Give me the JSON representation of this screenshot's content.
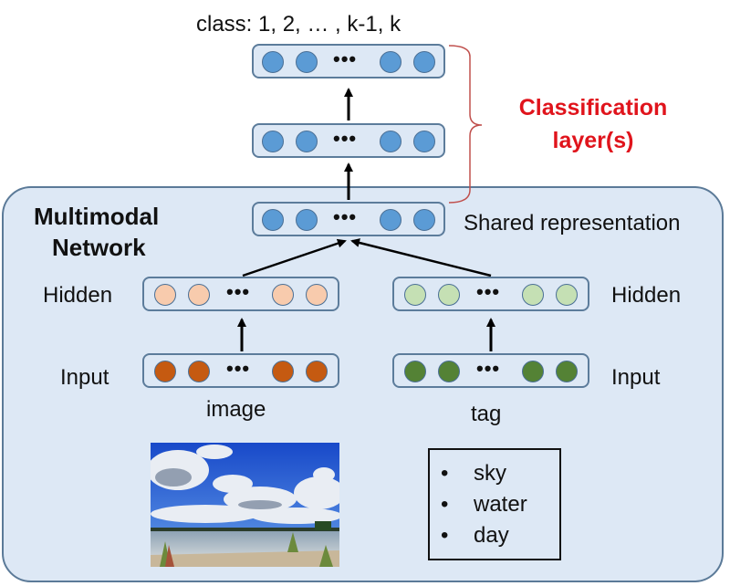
{
  "diagram": {
    "output_label": "class: 1,  2, …  , k-1, k",
    "classification_label_line1": "Classification",
    "classification_label_line2": "layer(s)",
    "network_title_line1": "Multimodal",
    "network_title_line2": "Network",
    "shared_label": "Shared representation",
    "left_hidden_label": "Hidden",
    "right_hidden_label": "Hidden",
    "left_input_label": "Input",
    "right_input_label": "Input",
    "image_caption": "image",
    "tag_caption": "tag",
    "ellipsis": "•••",
    "tags": [
      {
        "bullet": "•",
        "text": "sky"
      },
      {
        "bullet": "•",
        "text": "water"
      },
      {
        "bullet": "•",
        "text": "day"
      }
    ]
  },
  "colors": {
    "blue_node": "#5b9bd5",
    "peach_node": "#f8cbad",
    "orange_node": "#c55a11",
    "light_green_node": "#c5e0b4",
    "dark_green_node": "#548235",
    "classification_red": "#e0141c",
    "panel_fill": "#dde8f5"
  }
}
